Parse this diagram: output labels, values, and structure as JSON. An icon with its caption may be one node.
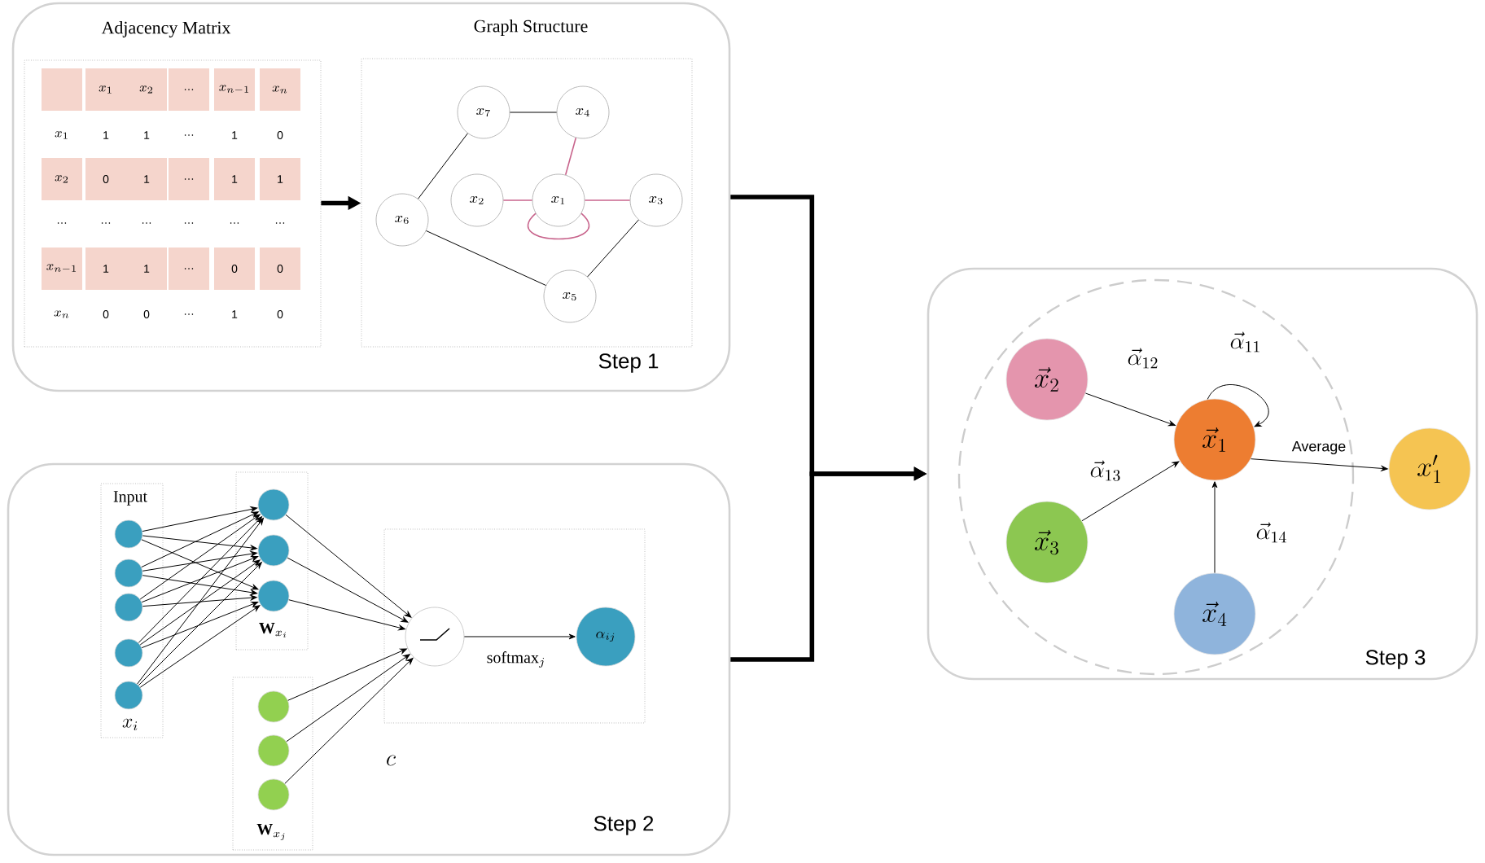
{
  "diagram": {
    "nodes": [
      {
        "text": [
          "Step 1"
        ]
      },
      {
        "text": [
          "Adjacency Matrix"
        ],
        "in": 0
      },
      {
        "text": [
          "Graph Structure"
        ],
        "in": 0
      },
      {
        "text": [
          "x_7"
        ],
        "in": 2
      },
      {
        "text": [
          "x_4"
        ],
        "in": 2
      },
      {
        "text": [
          "x_2"
        ],
        "in": 2
      },
      {
        "text": [
          "x_1"
        ],
        "in": 2
      },
      {
        "text": [
          "x_3"
        ],
        "in": 2
      },
      {
        "text": [
          "x_6"
        ],
        "in": 2
      },
      {
        "text": [
          "x_5"
        ],
        "in": 2
      },
      {
        "text": [
          "Step 2"
        ]
      },
      {
        "text": [
          "Input",
          "x_i"
        ],
        "in": 10
      },
      {
        "text": [],
        "shape": "circle",
        "in": 11
      },
      {
        "text": [],
        "shape": "circle",
        "in": 11
      },
      {
        "text": [],
        "shape": "circle",
        "in": 11
      },
      {
        "text": [],
        "shape": "circle",
        "in": 11
      },
      {
        "text": [],
        "shape": "circle",
        "in": 11
      },
      {
        "text": [
          "\\mathbf{W}_{x_i}"
        ],
        "in": 10
      },
      {
        "text": [],
        "shape": "circle",
        "in": 17
      },
      {
        "text": [],
        "shape": "circle",
        "in": 17
      },
      {
        "text": [],
        "shape": "circle",
        "in": 17
      },
      {
        "text": [
          "\\mathbf{W}_{x_j}"
        ],
        "in": 10
      },
      {
        "text": [],
        "shape": "circle",
        "in": 21
      },
      {
        "text": [],
        "shape": "circle",
        "in": 21
      },
      {
        "text": [],
        "shape": "circle",
        "in": 21
      },
      {
        "text": [
          "c"
        ],
        "in": 10
      },
      {
        "text": [],
        "shape": "circle",
        "in": 25
      },
      {
        "text": [
          "\\alpha_{ij}"
        ],
        "in": 25
      },
      {
        "text": [
          "Step 3"
        ]
      },
      {
        "text": [],
        "shape": "circle",
        "in": 28
      },
      {
        "text": [
          "\\vec{x}_2"
        ],
        "in": 29
      },
      {
        "text": [
          "\\vec{x}_1"
        ],
        "in": 29
      },
      {
        "text": [
          "\\vec{x}_3"
        ],
        "in": 29
      },
      {
        "text": [
          "\\vec{x}_4"
        ],
        "in": 29
      },
      {
        "text": [
          "x_1'"
        ],
        "in": 28
      }
    ],
    "edges": [
      {
        "from": 1,
        "to": 2,
        "arrow": "to",
        "style": "thick"
      },
      {
        "from": 3,
        "to": 4,
        "arrow": "none"
      },
      {
        "from": 4,
        "to": 6,
        "arrow": "none",
        "color": "#c8648c"
      },
      {
        "from": 5,
        "to": 6,
        "arrow": "none",
        "color": "#c8648c"
      },
      {
        "from": 6,
        "to": 7,
        "arrow": "none",
        "color": "#c8648c"
      },
      {
        "from": 6,
        "to": 6,
        "arrow": "none",
        "color": "#c8648c"
      },
      {
        "from": 8,
        "to": 3,
        "arrow": "none"
      },
      {
        "from": 8,
        "to": 9,
        "arrow": "none"
      },
      {
        "from": 9,
        "to": 7,
        "arrow": "none"
      },
      {
        "from": 0,
        "to": 28,
        "arrow": "to",
        "style": "thick"
      },
      {
        "from": 10,
        "to": 28,
        "arrow": "to",
        "style": "thick"
      },
      {
        "from": 12,
        "to": 18,
        "arrow": "to"
      },
      {
        "from": 12,
        "to": 19,
        "arrow": "to"
      },
      {
        "from": 12,
        "to": 20,
        "arrow": "to"
      },
      {
        "from": 13,
        "to": 18,
        "arrow": "to"
      },
      {
        "from": 13,
        "to": 19,
        "arrow": "to"
      },
      {
        "from": 13,
        "to": 20,
        "arrow": "to"
      },
      {
        "from": 14,
        "to": 18,
        "arrow": "to"
      },
      {
        "from": 14,
        "to": 19,
        "arrow": "to"
      },
      {
        "from": 14,
        "to": 20,
        "arrow": "to"
      },
      {
        "from": 15,
        "to": 18,
        "arrow": "to"
      },
      {
        "from": 15,
        "to": 19,
        "arrow": "to"
      },
      {
        "from": 15,
        "to": 20,
        "arrow": "to"
      },
      {
        "from": 16,
        "to": 18,
        "arrow": "to"
      },
      {
        "from": 16,
        "to": 19,
        "arrow": "to"
      },
      {
        "from": 16,
        "to": 20,
        "arrow": "to"
      },
      {
        "from": 18,
        "to": 26,
        "arrow": "to"
      },
      {
        "from": 19,
        "to": 26,
        "arrow": "to"
      },
      {
        "from": 20,
        "to": 26,
        "arrow": "to"
      },
      {
        "from": 22,
        "to": 26,
        "arrow": "to"
      },
      {
        "from": 23,
        "to": 26,
        "arrow": "to"
      },
      {
        "from": 24,
        "to": 26,
        "arrow": "to"
      },
      {
        "from": 26,
        "to": 27,
        "arrow": "to",
        "label": "\\mathrm{softmax}_j"
      },
      {
        "from": 30,
        "to": 31,
        "arrow": "to",
        "label": "\\vec{\\alpha}_{12}"
      },
      {
        "from": 31,
        "to": 31,
        "arrow": "to",
        "label": "\\vec{\\alpha}_{11}"
      },
      {
        "from": 32,
        "to": 31,
        "arrow": "to",
        "label": "\\vec{\\alpha}_{13}"
      },
      {
        "from": 33,
        "to": 31,
        "arrow": "to",
        "label": "\\vec{\\alpha}_{14}"
      },
      {
        "from": 31,
        "to": 34,
        "arrow": "to",
        "label": "Average"
      }
    ],
    "labels": [
      "x_1",
      "x_2",
      "…",
      "x_{n-1}",
      "x_n",
      "x_1",
      "1",
      "1",
      "…",
      "1",
      "0",
      "x_2",
      "0",
      "1",
      "…",
      "1",
      "1",
      "…",
      "…",
      "…",
      "…",
      "…",
      "…",
      "x_{n-1}",
      "1",
      "1",
      "…",
      "0",
      "0",
      "x_n",
      "0",
      "0",
      "…",
      "1",
      "0"
    ]
  }
}
